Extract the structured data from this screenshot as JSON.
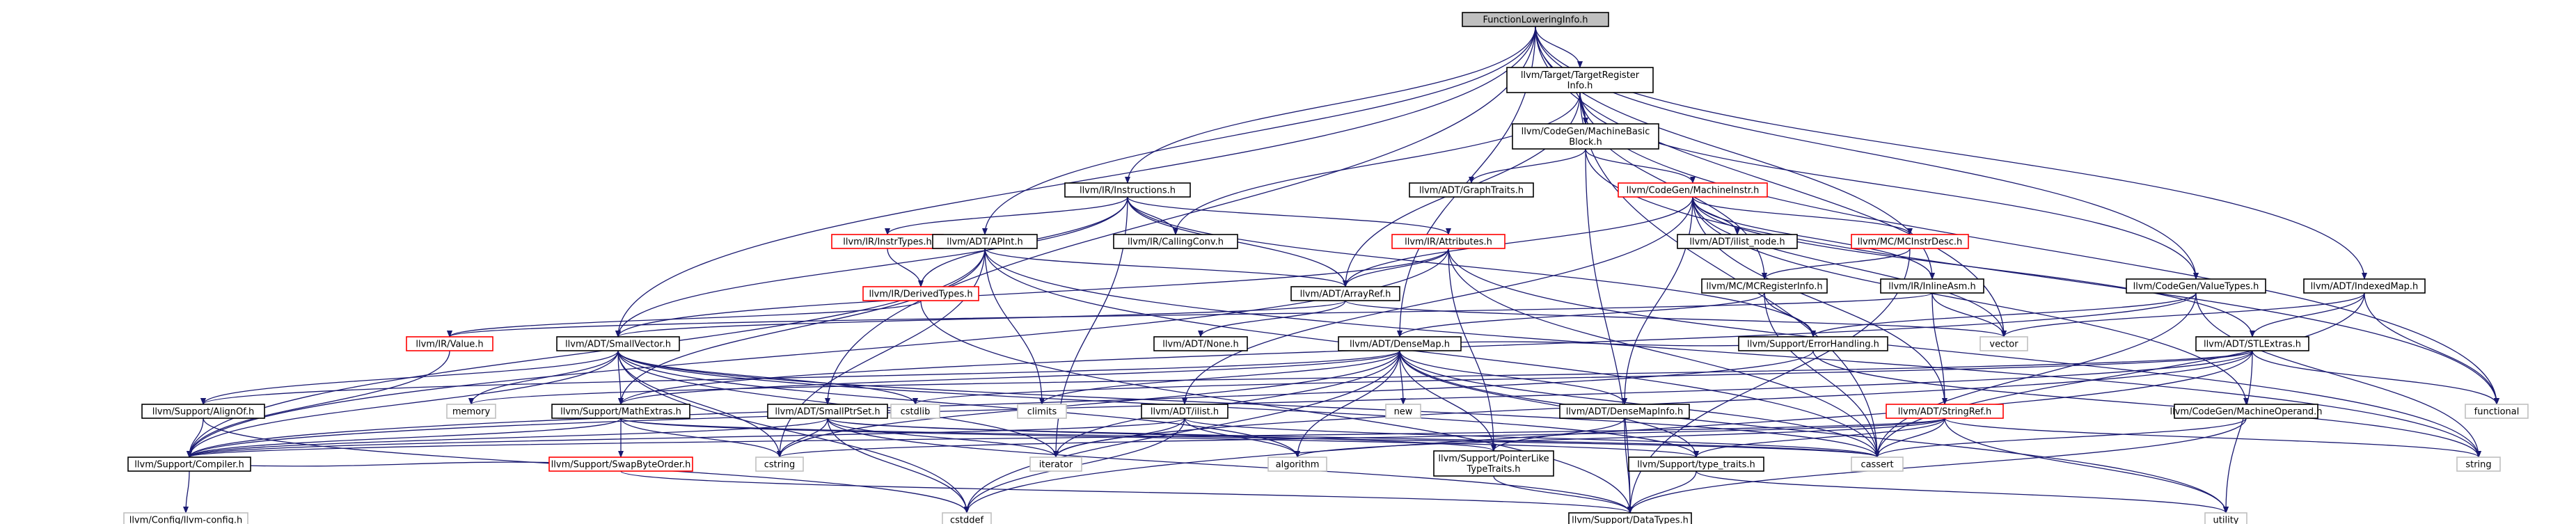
{
  "colors": {
    "edge": "#191970",
    "node_border": "#000000",
    "missing_border": "#bfbfbf",
    "link_border": "#ff0000",
    "root_fill": "#bfbfbf",
    "node_fill": "#ffffff",
    "text": "#000000"
  },
  "nodes": [
    {
      "id": "fli",
      "lines": [
        "FunctionLoweringInfo.h"
      ],
      "kind": "root"
    },
    {
      "id": "tri",
      "lines": [
        "llvm/Target/TargetRegister",
        "Info.h"
      ],
      "kind": "normal"
    },
    {
      "id": "mbb",
      "lines": [
        "llvm/CodeGen/MachineBasic",
        "Block.h"
      ],
      "kind": "normal"
    },
    {
      "id": "gt",
      "lines": [
        "llvm/ADT/GraphTraits.h"
      ],
      "kind": "normal"
    },
    {
      "id": "instr",
      "lines": [
        "llvm/IR/Instructions.h"
      ],
      "kind": "normal"
    },
    {
      "id": "mi",
      "lines": [
        "llvm/CodeGen/MachineInstr.h"
      ],
      "kind": "link"
    },
    {
      "id": "it",
      "lines": [
        "llvm/IR/InstrTypes.h"
      ],
      "kind": "link"
    },
    {
      "id": "cc",
      "lines": [
        "llvm/IR/CallingConv.h"
      ],
      "kind": "normal"
    },
    {
      "id": "apint",
      "lines": [
        "llvm/ADT/APInt.h"
      ],
      "kind": "normal"
    },
    {
      "id": "attr",
      "lines": [
        "llvm/IR/Attributes.h"
      ],
      "kind": "link"
    },
    {
      "id": "ilistnode",
      "lines": [
        "llvm/ADT/ilist_node.h"
      ],
      "kind": "normal"
    },
    {
      "id": "mcid",
      "lines": [
        "llvm/MC/MCInstrDesc.h"
      ],
      "kind": "link"
    },
    {
      "id": "dt",
      "lines": [
        "llvm/IR/DerivedTypes.h"
      ],
      "kind": "link"
    },
    {
      "id": "ar",
      "lines": [
        "llvm/ADT/ArrayRef.h"
      ],
      "kind": "normal"
    },
    {
      "id": "mcri",
      "lines": [
        "llvm/MC/MCRegisterInfo.h"
      ],
      "kind": "normal"
    },
    {
      "id": "ia",
      "lines": [
        "llvm/IR/InlineAsm.h"
      ],
      "kind": "normal"
    },
    {
      "id": "vt",
      "lines": [
        "llvm/CodeGen/ValueTypes.h"
      ],
      "kind": "normal"
    },
    {
      "id": "im",
      "lines": [
        "llvm/ADT/IndexedMap.h"
      ],
      "kind": "normal"
    },
    {
      "id": "none",
      "lines": [
        "llvm/ADT/None.h"
      ],
      "kind": "normal"
    },
    {
      "id": "val",
      "lines": [
        "llvm/IR/Value.h"
      ],
      "kind": "link"
    },
    {
      "id": "sv",
      "lines": [
        "llvm/ADT/SmallVector.h"
      ],
      "kind": "normal"
    },
    {
      "id": "dm",
      "lines": [
        "llvm/ADT/DenseMap.h"
      ],
      "kind": "normal"
    },
    {
      "id": "eh",
      "lines": [
        "llvm/Support/ErrorHandling.h"
      ],
      "kind": "normal"
    },
    {
      "id": "vector",
      "lines": [
        "vector"
      ],
      "kind": "missing"
    },
    {
      "id": "stle",
      "lines": [
        "llvm/ADT/STLExtras.h"
      ],
      "kind": "normal"
    },
    {
      "id": "align",
      "lines": [
        "llvm/Support/AlignOf.h"
      ],
      "kind": "normal"
    },
    {
      "id": "memory",
      "lines": [
        "memory"
      ],
      "kind": "missing"
    },
    {
      "id": "mathx",
      "lines": [
        "llvm/Support/MathExtras.h"
      ],
      "kind": "normal"
    },
    {
      "id": "cstdlib",
      "lines": [
        "cstdlib"
      ],
      "kind": "missing"
    },
    {
      "id": "sps",
      "lines": [
        "llvm/ADT/SmallPtrSet.h"
      ],
      "kind": "normal"
    },
    {
      "id": "climits",
      "lines": [
        "climits"
      ],
      "kind": "missing"
    },
    {
      "id": "ilist",
      "lines": [
        "llvm/ADT/ilist.h"
      ],
      "kind": "normal"
    },
    {
      "id": "new",
      "lines": [
        "new"
      ],
      "kind": "missing"
    },
    {
      "id": "dmi",
      "lines": [
        "llvm/ADT/DenseMapInfo.h"
      ],
      "kind": "normal"
    },
    {
      "id": "sr",
      "lines": [
        "llvm/ADT/StringRef.h"
      ],
      "kind": "link"
    },
    {
      "id": "mo",
      "lines": [
        "llvm/CodeGen/MachineOperand.h"
      ],
      "kind": "normal"
    },
    {
      "id": "functional",
      "lines": [
        "functional"
      ],
      "kind": "missing"
    },
    {
      "id": "compiler",
      "lines": [
        "llvm/Support/Compiler.h"
      ],
      "kind": "normal"
    },
    {
      "id": "sbo",
      "lines": [
        "llvm/Support/SwapByteOrder.h"
      ],
      "kind": "link"
    },
    {
      "id": "cstring",
      "lines": [
        "cstring"
      ],
      "kind": "missing"
    },
    {
      "id": "iterator",
      "lines": [
        "iterator"
      ],
      "kind": "missing"
    },
    {
      "id": "algorithm",
      "lines": [
        "algorithm"
      ],
      "kind": "missing"
    },
    {
      "id": "plt",
      "lines": [
        "llvm/Support/PointerLike",
        "TypeTraits.h"
      ],
      "kind": "normal"
    },
    {
      "id": "tt",
      "lines": [
        "llvm/Support/type_traits.h"
      ],
      "kind": "normal"
    },
    {
      "id": "cassert",
      "lines": [
        "cassert"
      ],
      "kind": "missing"
    },
    {
      "id": "string",
      "lines": [
        "string"
      ],
      "kind": "missing"
    },
    {
      "id": "utility",
      "lines": [
        "utility"
      ],
      "kind": "missing"
    },
    {
      "id": "cstddef",
      "lines": [
        "cstddef"
      ],
      "kind": "missing"
    },
    {
      "id": "dtypes",
      "lines": [
        "llvm/Support/DataTypes.h"
      ],
      "kind": "normal"
    },
    {
      "id": "config",
      "lines": [
        "llvm/Config/llvm-config.h"
      ],
      "kind": "missing"
    }
  ],
  "edges": [
    [
      "fli",
      "tri"
    ],
    [
      "fli",
      "mbb"
    ],
    [
      "fli",
      "instr"
    ],
    [
      "fli",
      "apint"
    ],
    [
      "fli",
      "sv"
    ],
    [
      "fli",
      "dm"
    ],
    [
      "fli",
      "sps"
    ],
    [
      "fli",
      "vt"
    ],
    [
      "fli",
      "im"
    ],
    [
      "fli",
      "ia"
    ],
    [
      "fli",
      "vector"
    ],
    [
      "tri",
      "mbb"
    ],
    [
      "tri",
      "ar"
    ],
    [
      "tri",
      "mcri"
    ],
    [
      "tri",
      "vt"
    ],
    [
      "tri",
      "cassert"
    ],
    [
      "tri",
      "functional"
    ],
    [
      "tri",
      "cc"
    ],
    [
      "mbb",
      "gt"
    ],
    [
      "mbb",
      "mi"
    ],
    [
      "mbb",
      "dtypes"
    ],
    [
      "mbb",
      "functional"
    ],
    [
      "instr",
      "it"
    ],
    [
      "instr",
      "cc"
    ],
    [
      "instr",
      "attr"
    ],
    [
      "instr",
      "dt"
    ],
    [
      "instr",
      "ar"
    ],
    [
      "instr",
      "sv"
    ],
    [
      "instr",
      "eh"
    ],
    [
      "instr",
      "iterator"
    ],
    [
      "it",
      "dt"
    ],
    [
      "mi",
      "ilistnode"
    ],
    [
      "mi",
      "mcid"
    ],
    [
      "mi",
      "ia"
    ],
    [
      "mi",
      "ar"
    ],
    [
      "mi",
      "dmi"
    ],
    [
      "mi",
      "sr"
    ],
    [
      "mi",
      "stle"
    ],
    [
      "mi",
      "mo"
    ],
    [
      "mi",
      "ilist"
    ],
    [
      "mi",
      "vector"
    ],
    [
      "mcid",
      "mcri"
    ],
    [
      "mcid",
      "dtypes"
    ],
    [
      "apint",
      "ar"
    ],
    [
      "apint",
      "mathx"
    ],
    [
      "apint",
      "climits"
    ],
    [
      "apint",
      "cstring"
    ],
    [
      "apint",
      "string"
    ],
    [
      "apint",
      "compiler"
    ],
    [
      "apint",
      "cassert"
    ],
    [
      "attr",
      "ar"
    ],
    [
      "attr",
      "plt"
    ],
    [
      "attr",
      "compiler"
    ],
    [
      "attr",
      "string"
    ],
    [
      "attr",
      "cassert"
    ],
    [
      "attr",
      "sv"
    ],
    [
      "dt",
      "val"
    ],
    [
      "dt",
      "dtypes"
    ],
    [
      "ar",
      "none"
    ],
    [
      "ar",
      "sv"
    ],
    [
      "ar",
      "vector"
    ],
    [
      "mcri",
      "dm"
    ],
    [
      "mcri",
      "eh"
    ],
    [
      "mcri",
      "cassert"
    ],
    [
      "ia",
      "sr"
    ],
    [
      "ia",
      "vector"
    ],
    [
      "ia",
      "val"
    ],
    [
      "vt",
      "eh"
    ],
    [
      "vt",
      "mathx"
    ],
    [
      "vt",
      "cassert"
    ],
    [
      "vt",
      "string"
    ],
    [
      "im",
      "stle"
    ],
    [
      "im",
      "vector"
    ],
    [
      "im",
      "cassert"
    ],
    [
      "im",
      "functional"
    ],
    [
      "val",
      "compiler"
    ],
    [
      "sv",
      "align"
    ],
    [
      "sv",
      "compiler"
    ],
    [
      "sv",
      "mathx"
    ],
    [
      "sv",
      "tt"
    ],
    [
      "sv",
      "algorithm"
    ],
    [
      "sv",
      "cassert"
    ],
    [
      "sv",
      "cstddef"
    ],
    [
      "sv",
      "cstdlib"
    ],
    [
      "sv",
      "cstring"
    ],
    [
      "sv",
      "iterator"
    ],
    [
      "sv",
      "memory"
    ],
    [
      "dm",
      "dmi"
    ],
    [
      "dm",
      "eh"
    ],
    [
      "dm",
      "mathx"
    ],
    [
      "dm",
      "plt"
    ],
    [
      "dm",
      "tt"
    ],
    [
      "dm",
      "algorithm"
    ],
    [
      "dm",
      "cassert"
    ],
    [
      "dm",
      "climits"
    ],
    [
      "dm",
      "cstddef"
    ],
    [
      "dm",
      "cstring"
    ],
    [
      "dm",
      "iterator"
    ],
    [
      "dm",
      "new"
    ],
    [
      "dm",
      "utility"
    ],
    [
      "dm",
      "align"
    ],
    [
      "eh",
      "compiler"
    ],
    [
      "eh",
      "string"
    ],
    [
      "stle",
      "compiler"
    ],
    [
      "stle",
      "cstddef"
    ],
    [
      "stle",
      "cstdlib"
    ],
    [
      "stle",
      "functional"
    ],
    [
      "stle",
      "iterator"
    ],
    [
      "stle",
      "memory"
    ],
    [
      "stle",
      "utility"
    ],
    [
      "align",
      "compiler"
    ],
    [
      "align",
      "cstddef"
    ],
    [
      "mathx",
      "compiler"
    ],
    [
      "mathx",
      "sbo"
    ],
    [
      "mathx",
      "cassert"
    ],
    [
      "mathx",
      "cstring"
    ],
    [
      "mathx",
      "tt"
    ],
    [
      "sps",
      "compiler"
    ],
    [
      "sps",
      "dtypes"
    ],
    [
      "sps",
      "plt"
    ],
    [
      "sps",
      "cassert"
    ],
    [
      "sps",
      "cstddef"
    ],
    [
      "sps",
      "cstring"
    ],
    [
      "sps",
      "iterator"
    ],
    [
      "ilist",
      "compiler"
    ],
    [
      "ilist",
      "algorithm"
    ],
    [
      "ilist",
      "cassert"
    ],
    [
      "ilist",
      "cstddef"
    ],
    [
      "ilist",
      "iterator"
    ],
    [
      "dmi",
      "plt"
    ],
    [
      "dmi",
      "dtypes"
    ],
    [
      "sr",
      "compiler"
    ],
    [
      "sr",
      "tt"
    ],
    [
      "sr",
      "algorithm"
    ],
    [
      "sr",
      "cassert"
    ],
    [
      "sr",
      "cstring"
    ],
    [
      "sr",
      "limits"
    ],
    [
      "sr",
      "string"
    ],
    [
      "sr",
      "utility"
    ],
    [
      "mo",
      "cassert"
    ],
    [
      "mo",
      "dtypes"
    ],
    [
      "compiler",
      "config"
    ],
    [
      "sbo",
      "compiler"
    ],
    [
      "sbo",
      "dtypes"
    ],
    [
      "plt",
      "dtypes"
    ],
    [
      "tt",
      "dtypes"
    ],
    [
      "tt",
      "utility"
    ]
  ]
}
